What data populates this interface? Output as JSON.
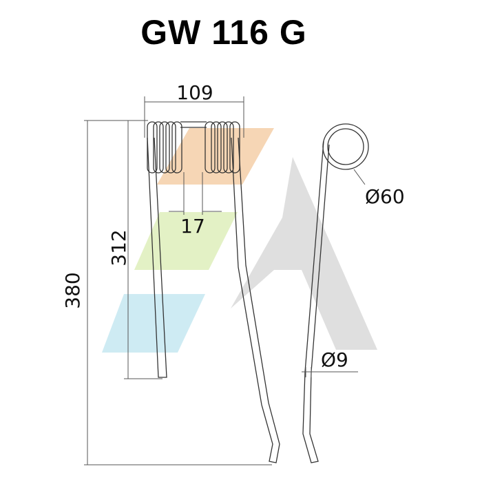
{
  "title": "GW 116 G",
  "dimensions": {
    "width_top": "109",
    "height_total": "380",
    "height_leg": "312",
    "gap": "17",
    "coil_diameter": "Ø60",
    "wire_diameter": "Ø9"
  },
  "logo": {
    "colors": [
      "#f5cfa8",
      "#e0efbf",
      "#c9e9f2",
      "#dcdcdc"
    ]
  }
}
